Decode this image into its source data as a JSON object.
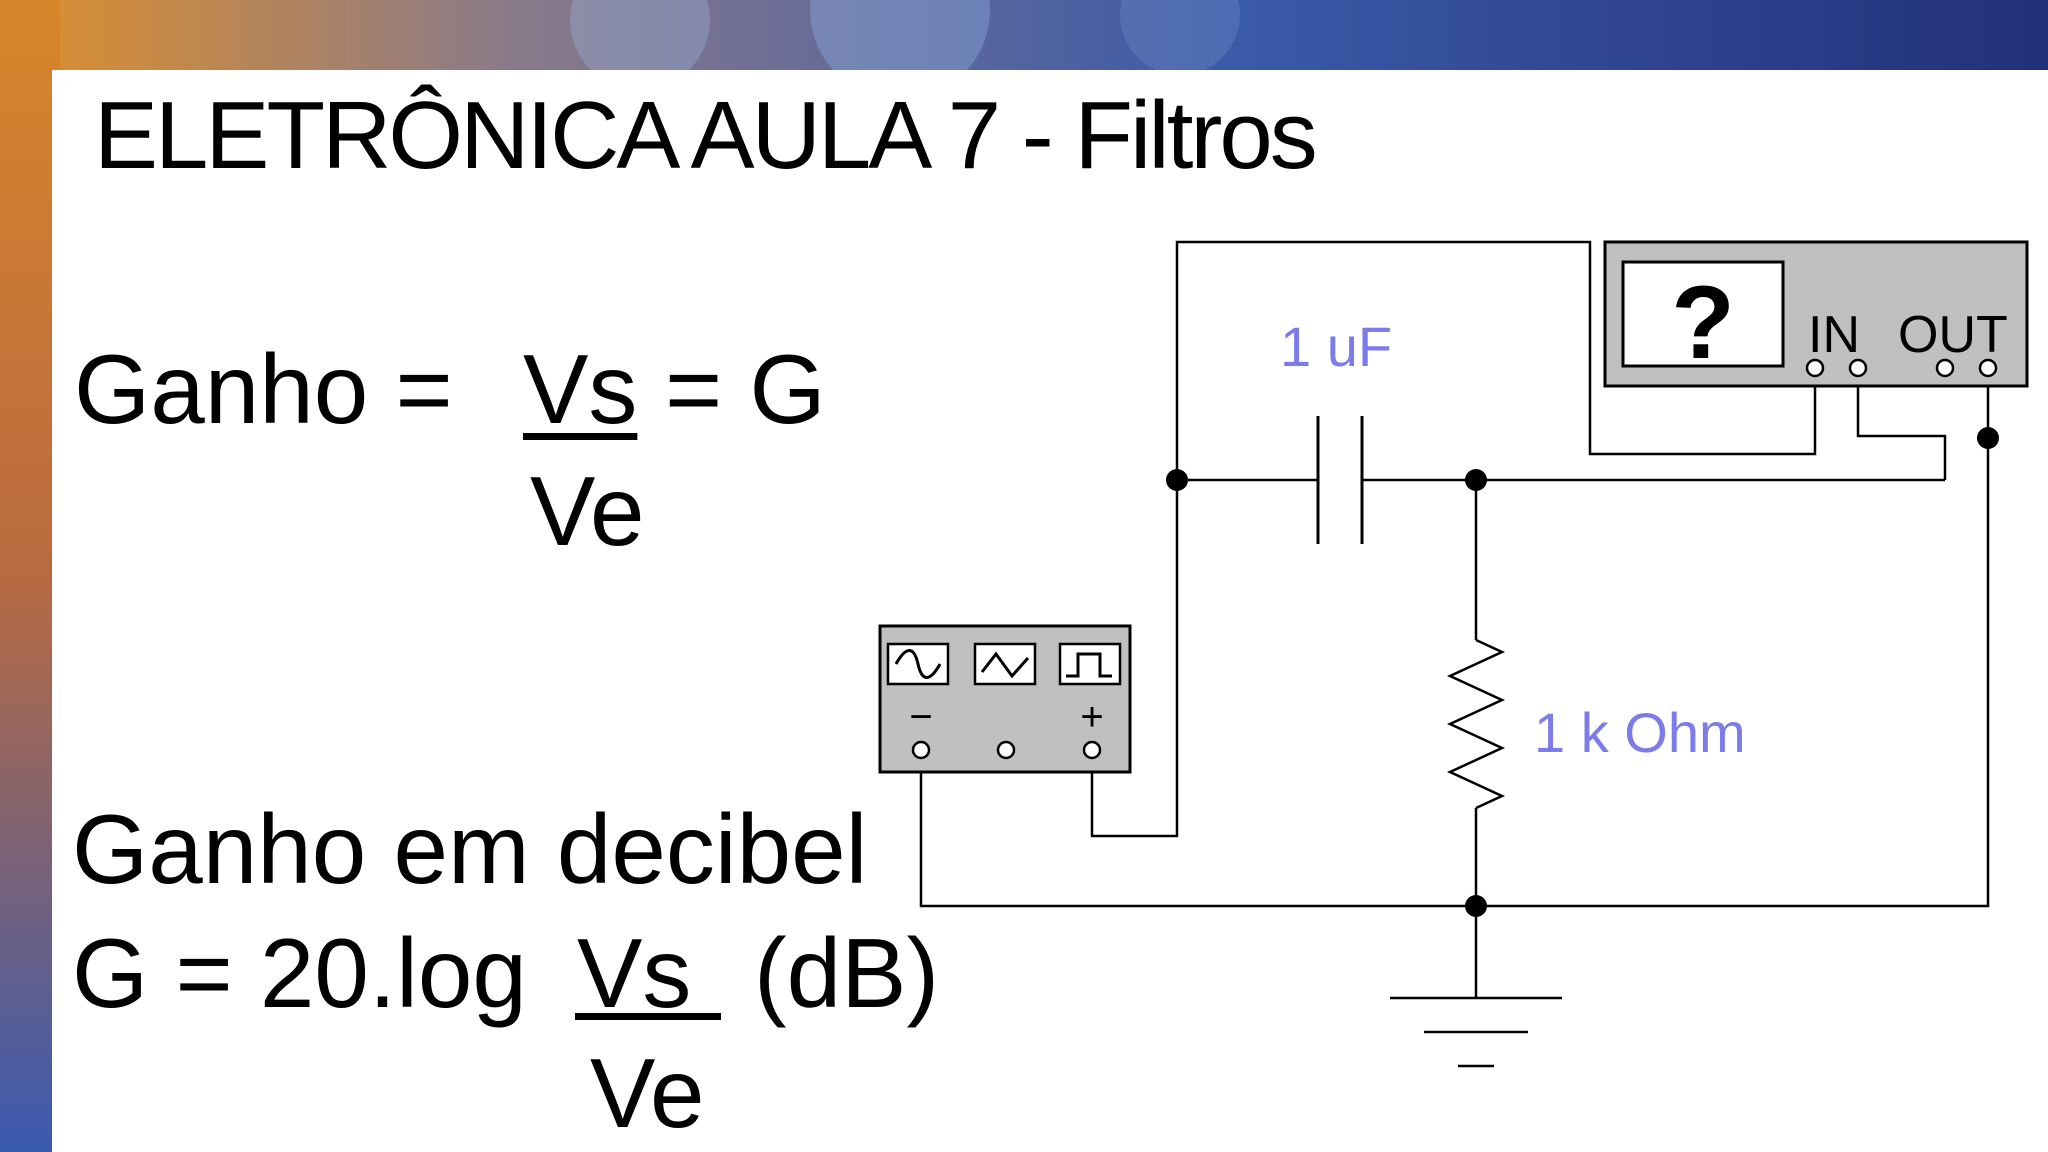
{
  "slide": {
    "title": "ELETRÔNICA AULA 7 -  Filtros",
    "gain": {
      "label": "Ganho =",
      "numerator": "Vs",
      "result": "= G",
      "denominator": "Ve"
    },
    "gain_db": {
      "heading": "Ganho em decibel",
      "formula_prefix": "G = 20.log",
      "numerator": "Vs",
      "unit": "(dB)",
      "denominator": "Ve"
    }
  },
  "circuit": {
    "capacitor_label": "1 uF",
    "resistor_label": "1 k Ohm",
    "plotter": {
      "symbol": "?",
      "in_label": "IN",
      "out_label": "OUT"
    },
    "generator": {
      "minus_label": "−",
      "plus_label": "+"
    }
  },
  "colors": {
    "component_label": "#7b7bea",
    "instrument_body": "#c0c0c0"
  }
}
